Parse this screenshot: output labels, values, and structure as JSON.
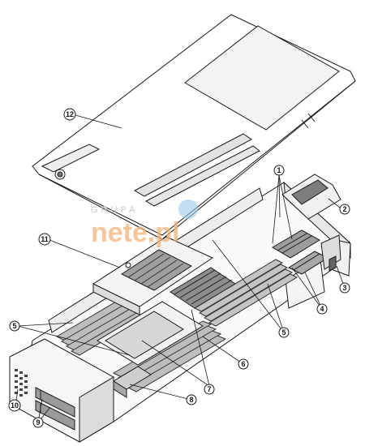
{
  "watermark": {
    "top_text": "GRUPA",
    "brand_text": "nete.pl",
    "colors": {
      "orange": "#f0a060",
      "blue": "#9cc8e8",
      "gray": "#c8c8c8"
    }
  },
  "callouts": [
    {
      "id": "callout-1",
      "label": "1"
    },
    {
      "id": "callout-2",
      "label": "2"
    },
    {
      "id": "callout-3",
      "label": "3"
    },
    {
      "id": "callout-4",
      "label": "4"
    },
    {
      "id": "callout-5a",
      "label": "5"
    },
    {
      "id": "callout-5b",
      "label": "5"
    },
    {
      "id": "callout-6",
      "label": "6"
    },
    {
      "id": "callout-7",
      "label": "7"
    },
    {
      "id": "callout-8",
      "label": "8"
    },
    {
      "id": "callout-9",
      "label": "9"
    },
    {
      "id": "callout-10",
      "label": "10"
    },
    {
      "id": "callout-11",
      "label": "11"
    },
    {
      "id": "callout-12",
      "label": "12"
    }
  ],
  "colors": {
    "line": "#1a1a1a",
    "panel": "#ffffff",
    "shade": "#bdbdbd",
    "dark": "#555555"
  }
}
